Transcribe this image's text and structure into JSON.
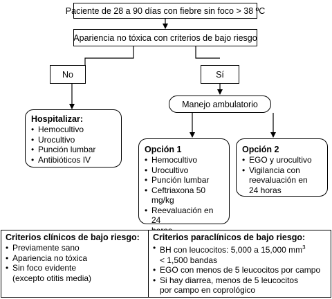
{
  "top": {
    "patient": "Paciente de 28 a 90 días con fiebre sin foco > 38 ºC",
    "appearance": "Apariencia no tóxica con criterios de bajo riesgo"
  },
  "branches": {
    "no": "No",
    "si": "Sí"
  },
  "hospital": {
    "title": "Hospitalizar:",
    "items": [
      "Hemocultivo",
      "Urocultivo",
      "Punción lumbar",
      "Antibióticos IV"
    ]
  },
  "ambulatory": "Manejo ambulatorio",
  "option1": {
    "title": "Opción 1",
    "items": [
      "Hemocultivo",
      "Urocultivo",
      "Punción lumbar",
      "Ceftriaxona 50 mg/kg",
      "Reevaluación en 24",
      "horas"
    ]
  },
  "option2": {
    "title": "Opción 2",
    "items": [
      "EGO y urocultivo",
      "Vigilancia con",
      "reevaluación en",
      "24 horas"
    ]
  },
  "clinical": {
    "title": "Criterios clínicos de bajo riesgo:",
    "items": [
      "Previamente sano",
      "Apariencia no tóxica",
      "Sin foco evidente",
      "(excepto otitis media)"
    ]
  },
  "paraclinical": {
    "title": "Criterios paraclínicos de bajo riesgo:",
    "items": [
      "BH con leucocitos: 5,000 a 15,000 mm",
      "3",
      "< 1,500 bandas",
      "EGO con menos de 5 leucocitos por campo",
      "Si hay diarrea, menos de 5 leucocitos",
      "por campo en coprológico"
    ]
  }
}
